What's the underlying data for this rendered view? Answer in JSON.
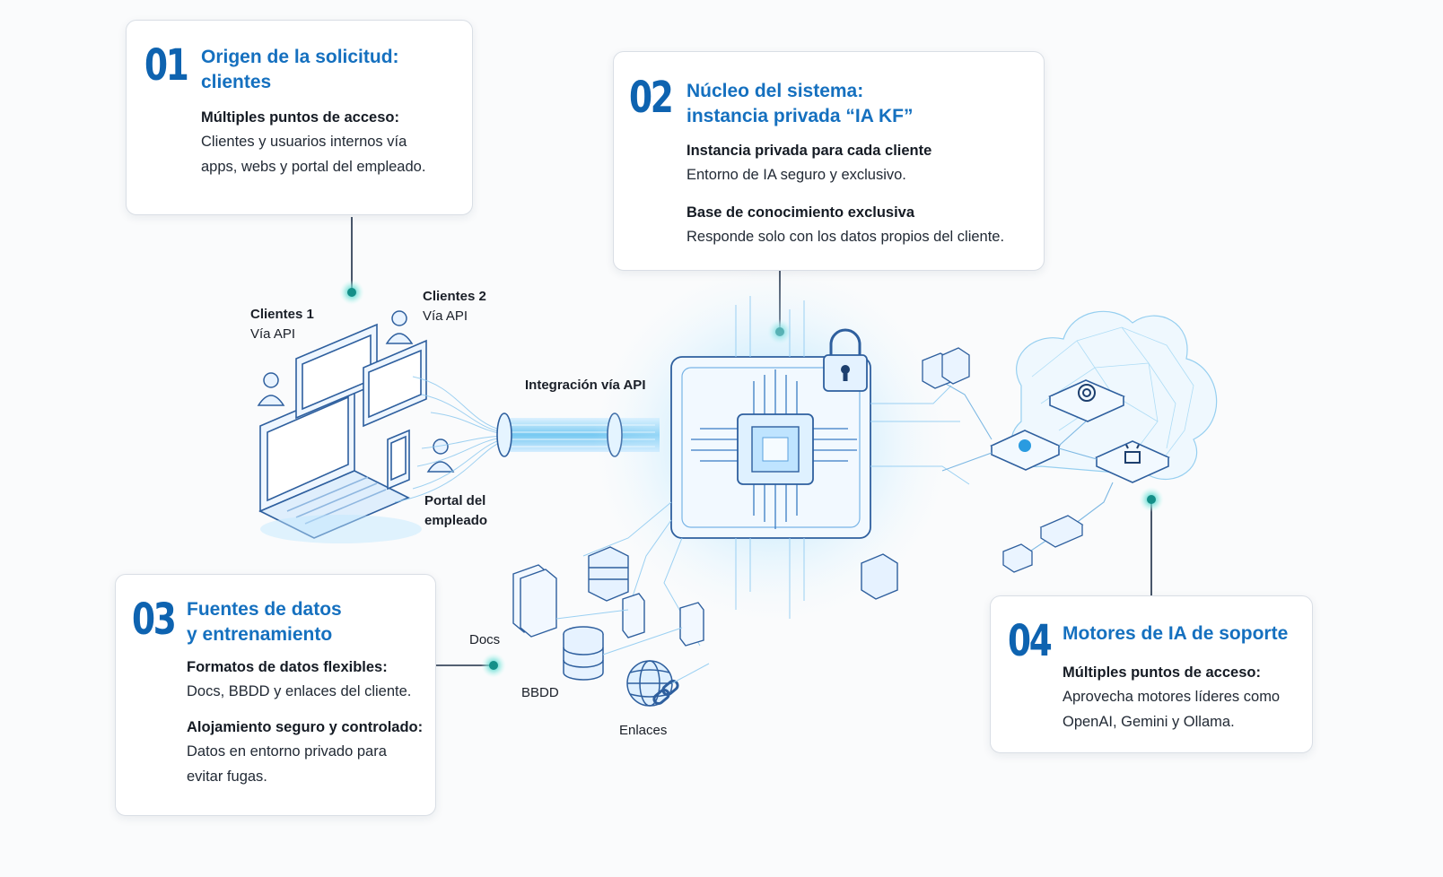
{
  "cards": {
    "c1": {
      "number": "01",
      "title": "Origen de la solicitud:\nclientes",
      "sections": [
        {
          "heading": "Múltiples puntos de acceso:",
          "text": "Clientes y usuarios internos vía\napps, webs y portal del empleado."
        }
      ]
    },
    "c2": {
      "number": "02",
      "title": "Núcleo del sistema:\ninstancia privada “IA KF”",
      "sections": [
        {
          "heading": "Instancia privada para cada cliente",
          "text": "Entorno de IA seguro y exclusivo."
        },
        {
          "heading": "Base de conocimiento exclusiva",
          "text": "Responde solo con los datos propios del cliente."
        }
      ]
    },
    "c3": {
      "number": "03",
      "title": "Fuentes de datos\ny entrenamiento",
      "sections": [
        {
          "heading": "Formatos de datos flexibles:",
          "text": "Docs, BBDD y enlaces del cliente."
        },
        {
          "heading": "Alojamiento seguro y controlado:",
          "text": "Datos en entorno privado para\nevitar fugas."
        }
      ]
    },
    "c4": {
      "number": "04",
      "title": "Motores de IA de soporte",
      "sections": [
        {
          "heading": "Múltiples puntos de acceso:",
          "text": "Aprovecha motores líderes como\nOpenAI, Gemini y Ollama."
        }
      ]
    }
  },
  "labels": {
    "clientes1": "Clientes 1",
    "clientes1_sub": "Vía API",
    "clientes2": "Clientes 2",
    "clientes2_sub": "Vía API",
    "integracion": "Integración vía API",
    "portal": "Portal del\nempleado",
    "docs": "Docs",
    "bbdd": "BBDD",
    "enlaces": "Enlaces"
  },
  "colors": {
    "accent_blue": "#1570bf",
    "number_blue": "#0e63b0",
    "glow_teal": "#1fc3b8",
    "line_blue": "#5aa9e6"
  },
  "icons": [
    "laptop-icon",
    "tablet-icon",
    "phone-icon",
    "user-icon",
    "lock-icon",
    "chip-icon",
    "server-icon",
    "database-icon",
    "document-icon",
    "globe-icon",
    "link-icon",
    "cloud-icon",
    "openai-icon",
    "android-icon"
  ]
}
